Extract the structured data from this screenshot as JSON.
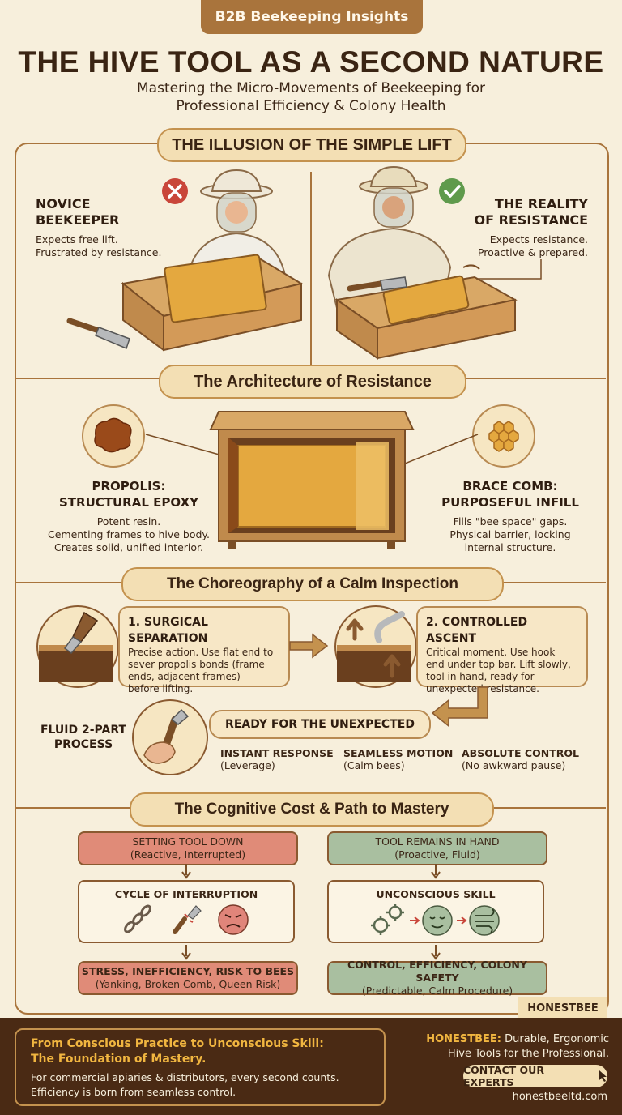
{
  "header": {
    "tag": "B2B Beekeeping Insights",
    "title": "THE HIVE TOOL AS A SECOND NATURE",
    "subtitle_line1": "Mastering the Micro-Movements of Beekeeping for",
    "subtitle_line2": "Professional Efficiency & Colony Health"
  },
  "section1": {
    "title": "THE ILLUSION OF THE SIMPLE LIFT",
    "novice_title_1": "NOVICE",
    "novice_title_2": "BEEKEEPER",
    "novice_desc_1": "Expects free lift.",
    "novice_desc_2": "Frustrated by resistance.",
    "reality_title_1": "THE REALITY",
    "reality_title_2": "OF RESISTANCE",
    "reality_desc_1": "Expects resistance.",
    "reality_desc_2": "Proactive & prepared."
  },
  "section2": {
    "title": "The Architecture of Resistance",
    "propolis_title_1": "PROPOLIS:",
    "propolis_title_2": "STRUCTURAL EPOXY",
    "propolis_desc_1": "Potent resin.",
    "propolis_desc_2": "Cementing frames to hive body.",
    "propolis_desc_3": "Creates solid, unified interior.",
    "brace_title_1": "BRACE COMB:",
    "brace_title_2": "PURPOSEFUL INFILL",
    "brace_desc_1": "Fills \"bee space\" gaps.",
    "brace_desc_2": "Physical barrier, locking",
    "brace_desc_3": "internal structure."
  },
  "section3": {
    "title": "The Choreography of a Calm Inspection",
    "step1_title": "1. SURGICAL SEPARATION",
    "step1_l1": "Precise action. Use flat end to",
    "step1_l2": "sever propolis bonds (frame",
    "step1_l3": "ends, adjacent frames)",
    "step1_l4": "before lifting.",
    "step2_title": "2. CONTROLLED ASCENT",
    "step2_l1": "Critical moment. Use hook",
    "step2_l2": "end under top bar. Lift slowly,",
    "step2_l3": "tool in hand, ready for",
    "step2_l4": "unexpected resistance.",
    "fluid_1": "FLUID 2-PART",
    "fluid_2": "PROCESS",
    "ready_title": "READY FOR THE UNEXPECTED",
    "instant": "INSTANT RESPONSE",
    "instant_sub": "(Leverage)",
    "seamless": "SEAMLESS MOTION",
    "seamless_sub": "(Calm bees)",
    "absolute": "ABSOLUTE CONTROL",
    "absolute_sub": "(No awkward pause)"
  },
  "section4": {
    "title": "The Cognitive Cost & Path to Mastery",
    "left_top": "SETTING TOOL DOWN",
    "left_top_sub": "(Reactive, Interrupted)",
    "left_mid": "CYCLE OF INTERRUPTION",
    "left_bot": "STRESS, INEFFICIENCY, RISK TO BEES",
    "left_bot_sub": "(Yanking, Broken Comb, Queen Risk)",
    "right_top": "TOOL REMAINS IN HAND",
    "right_top_sub": "(Proactive, Fluid)",
    "right_mid": "UNCONSCIOUS SKILL",
    "right_bot": "CONTROL, EFFICIENCY, COLONY SAFETY",
    "right_bot_sub": "(Predictable, Calm Procedure)",
    "brand_tab": "HONESTBEE"
  },
  "footer": {
    "headline_1": "From Conscious Practice to Unconscious Skill:",
    "headline_2": "The Foundation of Mastery.",
    "body_1": "For commercial apiaries & distributors, every second counts.",
    "body_2": "Efficiency is born from seamless control.",
    "brand": "HONESTBEE:",
    "brand_rest": " Durable, Ergonomic",
    "brand_line2": "Hive Tools for the Professional.",
    "cta": "CONTACT OUR EXPERTS",
    "url": "honestbeeltd.com"
  },
  "colors": {
    "brown_dark": "#3a2413",
    "amber": "#a9743c",
    "cream": "#f7efdc",
    "red_box": "#e08b78",
    "green_box": "#a9bfa0",
    "footer_bg": "#4a2a14"
  },
  "icons": [
    "x-icon",
    "check-icon",
    "hive-tool-icon",
    "arrow-right-icon",
    "arrow-up-icon",
    "chain-icon",
    "broken-tool-icon",
    "angry-face-icon",
    "gears-icon",
    "calm-face-icon",
    "wind-icon",
    "cursor-icon"
  ]
}
